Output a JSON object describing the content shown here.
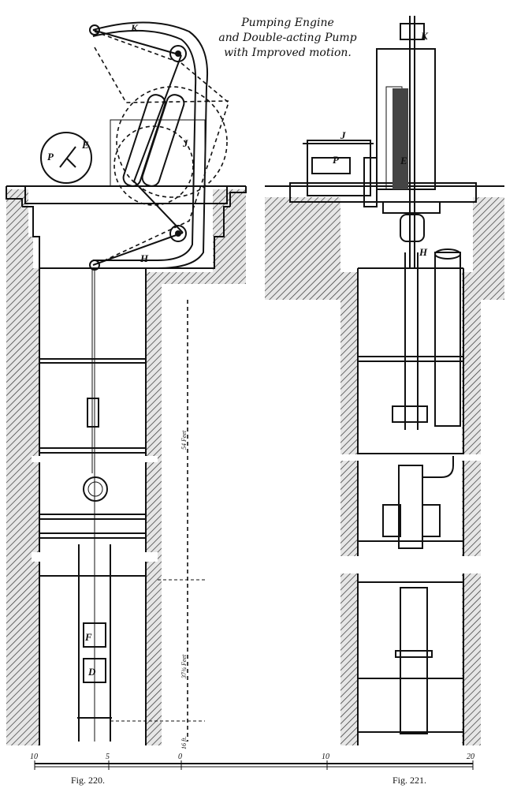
{
  "title": {
    "line1": "Pumping Engine",
    "line2": "and Double-acting Pump",
    "line3": "with Improved motion."
  },
  "figures": {
    "fig220": "Fig. 220.",
    "fig221": "Fig. 221."
  },
  "labels": {
    "K_left": "K",
    "E_left": "E",
    "P_left": "P",
    "J_left": "J",
    "H_left": "H",
    "F_left": "F",
    "D_left": "D",
    "K_right": "K",
    "J_right": "J",
    "P_right": "P",
    "E_right": "E",
    "H_right": "H"
  },
  "dimensions": {
    "upper": "54 Feet",
    "middle": "37¾ Feet",
    "lower": "16 ft."
  },
  "scale": {
    "ticks": [
      "10",
      "5",
      "0",
      "10",
      "20"
    ]
  }
}
